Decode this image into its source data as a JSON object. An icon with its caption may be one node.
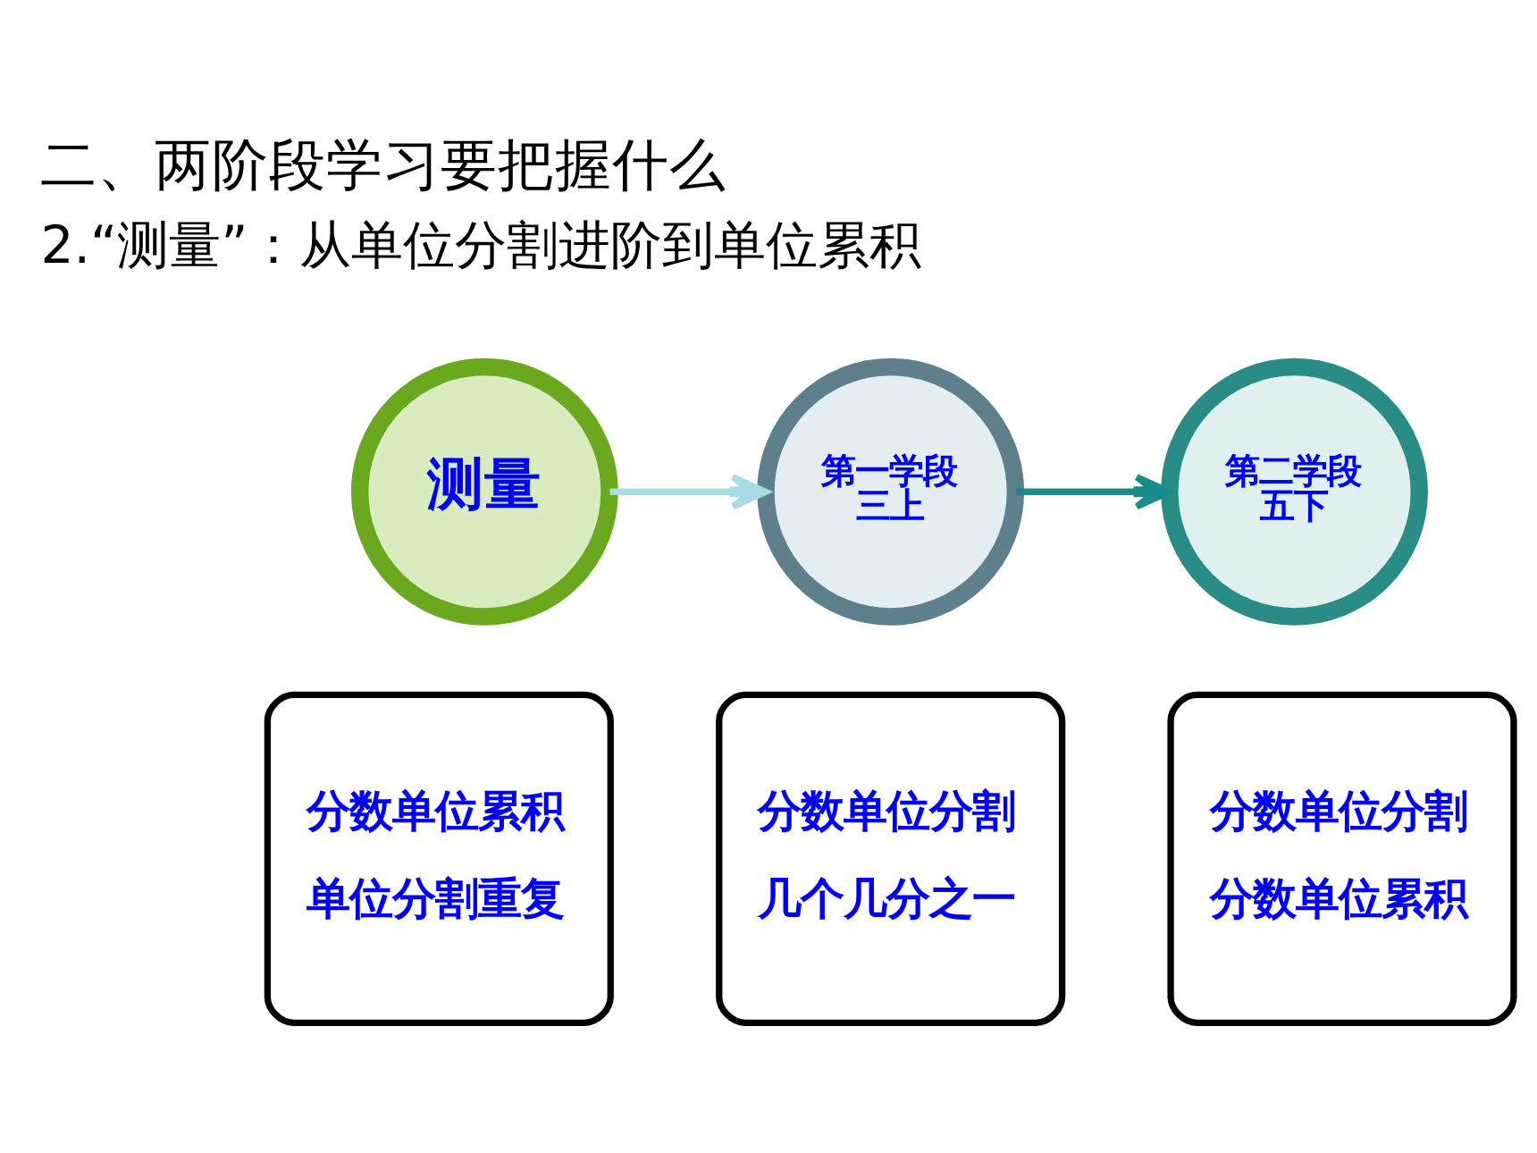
{
  "diagram": {
    "title": "二、两阶段学习要把握什么",
    "nodes": [
      {
        "text": [
          "测量"
        ]
      },
      {
        "text": [
          "第一学段",
          "三上"
        ]
      },
      {
        "text": [
          "第二学段",
          "五下"
        ]
      },
      {
        "text": [
          "分数单位累积",
          "单位分割重复"
        ]
      },
      {
        "text": [
          "分数单位分割",
          "几个几分之一"
        ]
      },
      {
        "text": [
          "分数单位分割",
          "分数单位累积"
        ]
      }
    ],
    "edges": [
      {
        "from": 0,
        "to": 1,
        "arrow": "to",
        "color": "#a8dce4"
      },
      {
        "from": 1,
        "to": 2,
        "arrow": "to",
        "color": "#1a8c8c"
      }
    ],
    "labels": [
      "2.“测量”：从单位分割进阶到单位累积"
    ]
  }
}
